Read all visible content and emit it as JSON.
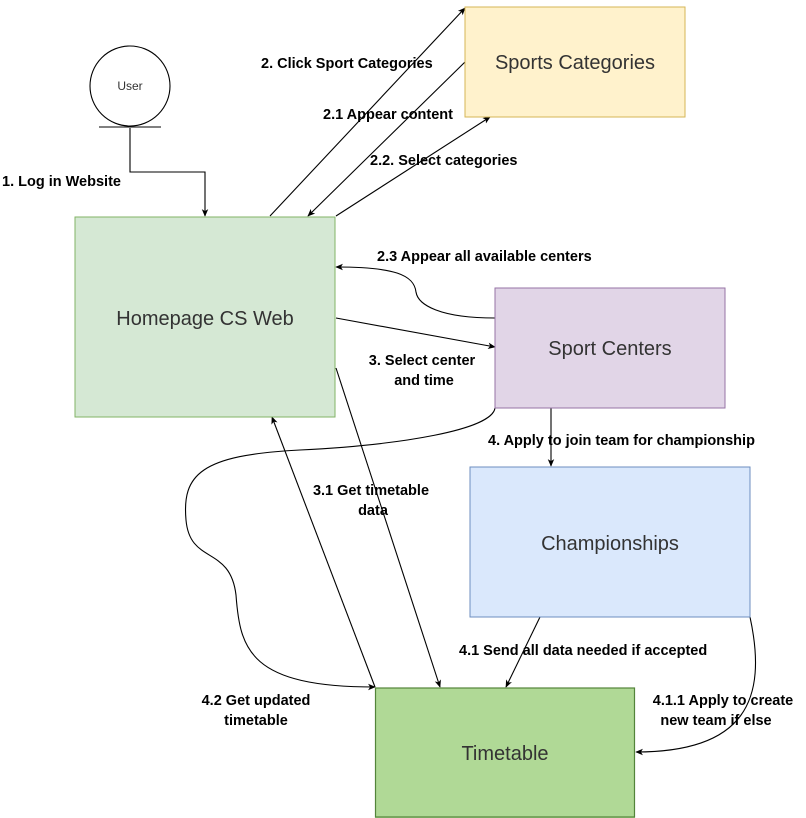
{
  "nodes": {
    "user": {
      "label": "User"
    },
    "sports_categories": {
      "label": "Sports Categories",
      "fill": "#fff2cc",
      "stroke": "#d6b656"
    },
    "homepage": {
      "label": "Homepage CS Web",
      "fill": "#d5e8d4",
      "stroke": "#82b366"
    },
    "sport_centers": {
      "label": "Sport Centers",
      "fill": "#e1d5e7",
      "stroke": "#9673a6"
    },
    "championships": {
      "label": "Championships",
      "fill": "#dae8fc",
      "stroke": "#6c8ebf"
    },
    "timetable": {
      "label": "Timetable",
      "fill": "#b0d996",
      "stroke": "#53843a"
    }
  },
  "edges": {
    "e1": {
      "label": "1. Log in Website"
    },
    "e2": {
      "label": "2. Click Sport Categories"
    },
    "e2_1": {
      "label": "2.1 Appear content"
    },
    "e2_2": {
      "label": "2.2. Select categories"
    },
    "e2_3": {
      "label": "2.3 Appear all available centers"
    },
    "e3": {
      "label_lines": [
        "3. Select center",
        "and time"
      ]
    },
    "e3_1": {
      "label_lines": [
        "3.1 Get timetable",
        "data"
      ]
    },
    "e4": {
      "label": "4. Apply to join team for championship"
    },
    "e4_1": {
      "label": "4.1 Send all data needed if accepted"
    },
    "e4_1_1": {
      "label_lines": [
        "4.1.1 Apply to create",
        "new team if else"
      ]
    },
    "e4_2": {
      "label_lines": [
        "4.2 Get updated",
        "timetable"
      ]
    }
  }
}
